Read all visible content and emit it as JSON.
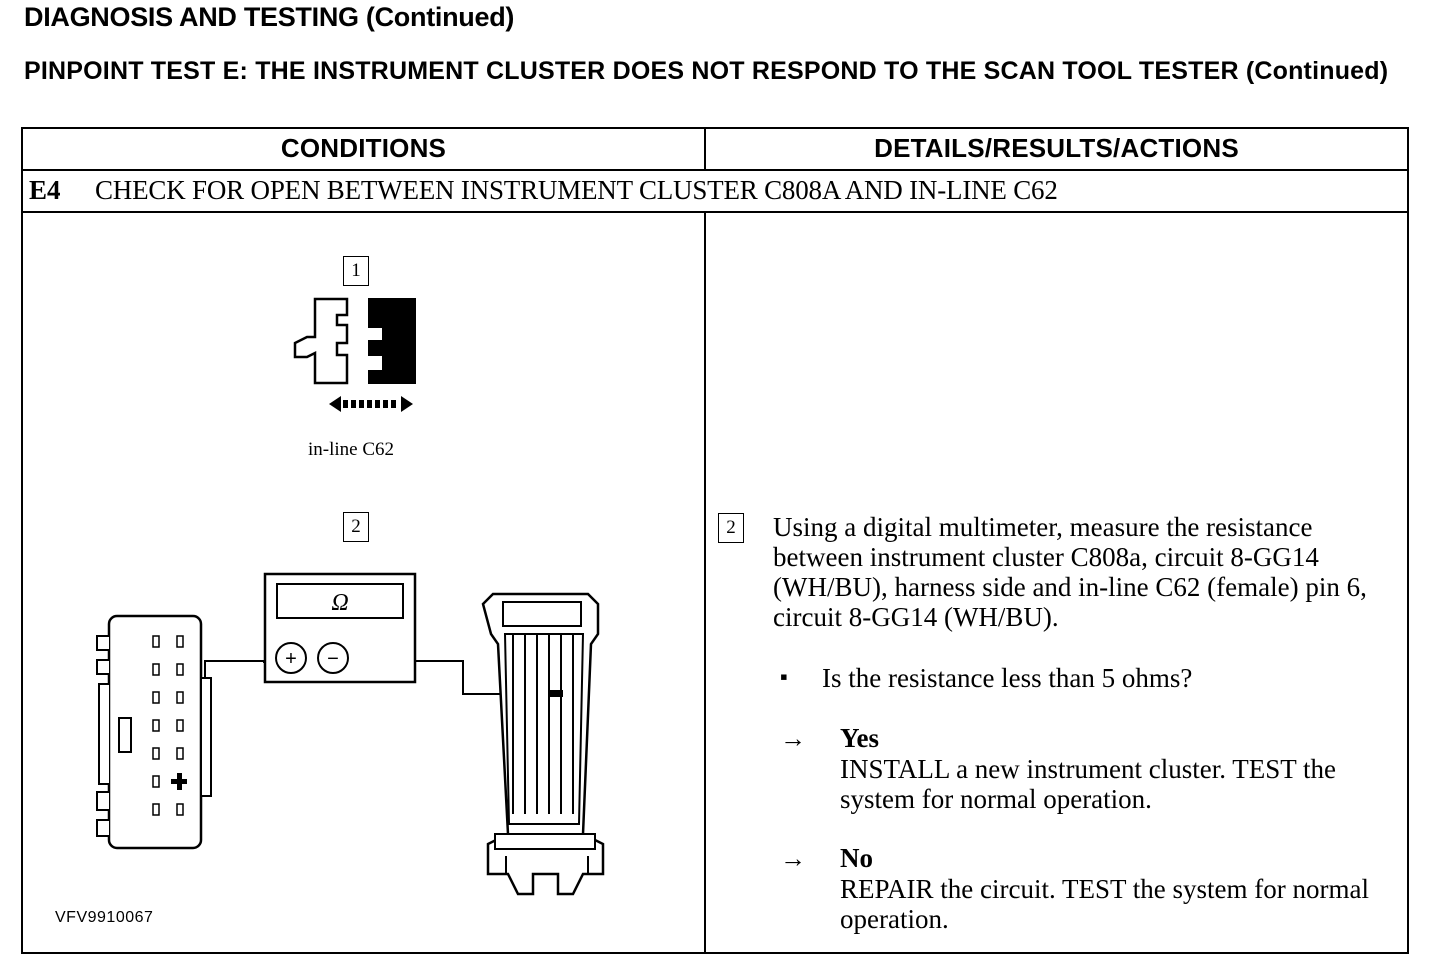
{
  "header": {
    "section_title": "DIAGNOSIS AND TESTING (Continued)",
    "test_title": "PINPOINT TEST E: THE INSTRUMENT CLUSTER DOES NOT RESPOND TO THE SCAN TOOL TESTER (Continued)"
  },
  "table": {
    "col_conditions": "CONDITIONS",
    "col_actions": "DETAILS/RESULTS/ACTIONS",
    "step_id": "E4",
    "step_title": "CHECK FOR OPEN BETWEEN INSTRUMENT CLUSTER C808A AND IN-LINE C62"
  },
  "figure": {
    "box1": "1",
    "connector_label": "in-line C62",
    "box2": "2",
    "meter_symbol": "Ω",
    "plus_symbol": "+",
    "minus_symbol": "−",
    "figure_id": "VFV9910067",
    "icons": [
      "connector-disconnect-icon",
      "multimeter-icon",
      "instrument-cluster-connector-icon",
      "harness-connector-icon"
    ]
  },
  "details": {
    "step_box": "2",
    "action": "Using a digital multimeter, measure the resistance between instrument cluster C808a, circuit 8-GG14 (WH/BU), harness side and in-line C62 (female) pin 6, circuit 8-GG14 (WH/BU).",
    "bullet": "▪",
    "question": "Is the resistance less than 5 ohms?",
    "arrow": "→",
    "yes_label": "Yes",
    "yes_action": "INSTALL a new instrument cluster. TEST the system for normal operation.",
    "no_label": "No",
    "no_action": "REPAIR the circuit. TEST the system for normal operation."
  }
}
